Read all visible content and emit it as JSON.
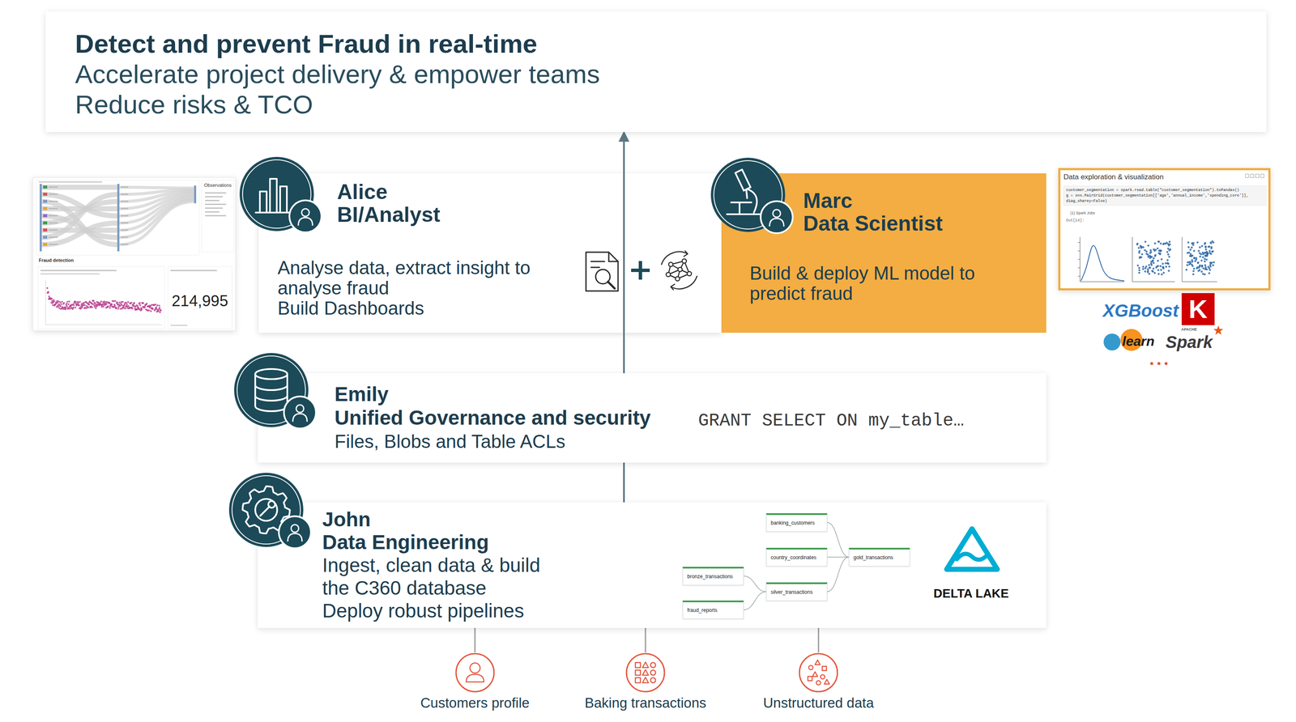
{
  "diagram": {
    "nodes": [
      {
        "text": [
          "Detect and prevent Fraud in real-time",
          "Accelerate project delivery & empower teams",
          "Reduce risks & TCO"
        ]
      },
      {
        "text": [
          "Alice",
          "BI/Analyst",
          "Analyse data, extract insight to analyse fraud",
          "Build Dashboards"
        ]
      },
      {
        "text": [
          "Marc",
          "Data Scientist",
          "Build & deploy ML model to predict fraud"
        ]
      },
      {
        "text": [
          "Emily",
          "Unified Governance and security",
          "Files, Blobs and Table ACLs",
          "GRANT SELECT ON my_table…"
        ]
      },
      {
        "text": [
          "John",
          "Data Engineering",
          "Ingest, clean data & build the C360 database",
          "Deploy robust pipelines"
        ]
      },
      {
        "text": [
          "bronze_transactions"
        ],
        "in": 4
      },
      {
        "text": [
          "fraud_reports"
        ],
        "in": 4
      },
      {
        "text": [
          "banking_customers"
        ],
        "in": 4
      },
      {
        "text": [
          "country_coordinates"
        ],
        "in": 4
      },
      {
        "text": [
          "silver_transactions"
        ],
        "in": 4
      },
      {
        "text": [
          "gold_transactions"
        ],
        "in": 4
      },
      {
        "text": [
          "Customers profile"
        ]
      },
      {
        "text": [
          "Baking transactions"
        ]
      },
      {
        "text": [
          "Unstructured data"
        ]
      }
    ],
    "edges": [
      {
        "from": 4,
        "to": 3,
        "arrow": "none"
      },
      {
        "from": 3,
        "to": 0,
        "arrow": "to"
      },
      {
        "from": 5,
        "to": 9,
        "arrow": "none"
      },
      {
        "from": 6,
        "to": 9,
        "arrow": "none"
      },
      {
        "from": 7,
        "to": 10,
        "arrow": "none"
      },
      {
        "from": 8,
        "to": 10,
        "arrow": "none"
      },
      {
        "from": 9,
        "to": 10,
        "arrow": "none"
      },
      {
        "from": 11,
        "to": 4,
        "arrow": "none"
      },
      {
        "from": 12,
        "to": 4,
        "arrow": "none"
      },
      {
        "from": 13,
        "to": 4,
        "arrow": "none"
      }
    ],
    "labels": [
      "Observations",
      "Fraud detection",
      "214,995",
      "Data exploration & visualization",
      "customer_segmentation = spark.read.table(\"customer_segmentation\").toPandas()",
      "g = sns.PairGrid(customer_segmentation[['age','annual_income','spending_core']],",
      "diag_sharey=False)",
      "(1) Spark Jobs",
      "Out[14]:",
      "XGBoost",
      "K",
      "learn",
      "APACHE",
      "Spark",
      "DELTA LAKE"
    ]
  }
}
